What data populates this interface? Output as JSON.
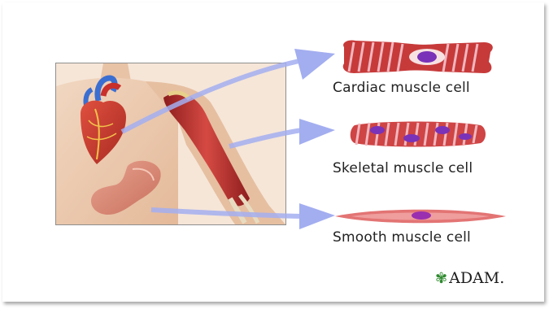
{
  "cells": {
    "cardiac": {
      "label": "Cardiac muscle cell"
    },
    "skeletal": {
      "label": "Skeletal muscle cell"
    },
    "smooth": {
      "label": "Smooth muscle cell"
    }
  },
  "logo": {
    "text": "ADAM."
  },
  "colors": {
    "arrow": "#a3aef0",
    "skin": "#eccbb0",
    "muscle": "#c73a3a",
    "stripe": "#f1b7bf",
    "nucleus": "#7a32b8"
  }
}
